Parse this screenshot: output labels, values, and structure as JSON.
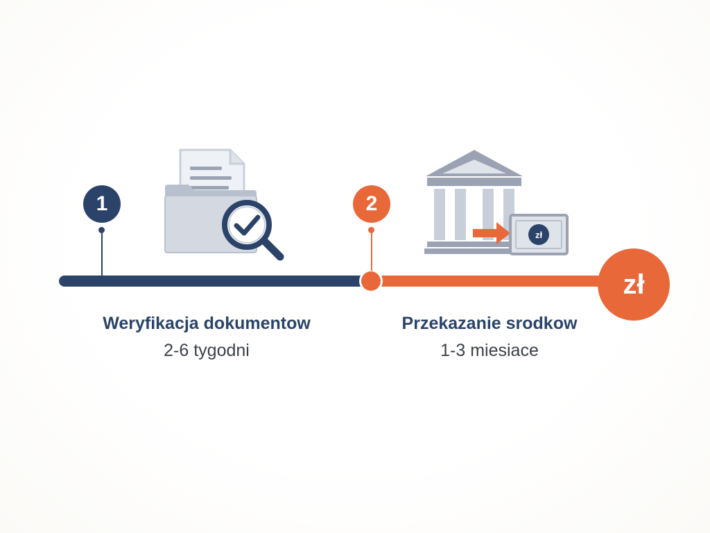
{
  "timeline": {
    "steps": [
      {
        "number": "1",
        "title": "Weryfikacja dokumentow",
        "duration": "2-6 tygodni",
        "icon": "folder-search-check-icon"
      },
      {
        "number": "2",
        "title": "Przekazanie srodkow",
        "duration": "1-3 miesiace",
        "icon": "bank-transfer-icon"
      }
    ],
    "end_symbol": "zł",
    "banknote_symbol": "zł"
  },
  "colors": {
    "navy": "#2b4368",
    "orange": "#e8683a",
    "icon_gray": "#9aa2b3",
    "icon_light": "#c9cfda"
  }
}
